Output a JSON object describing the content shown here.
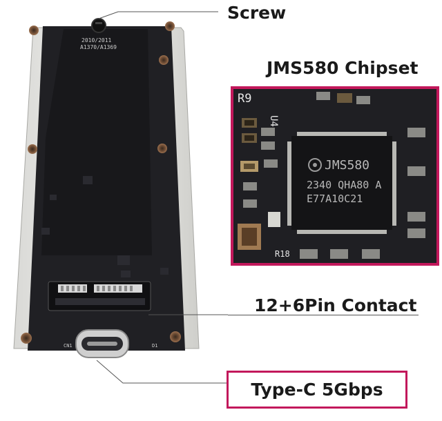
{
  "callouts": {
    "screw": "Screw",
    "chipset": "JMS580 Chipset",
    "pin_contact": "12+6Pin Contact",
    "type_c": "Type-C 5Gbps"
  },
  "board_silk": {
    "year": "2010/2011",
    "model": "A1370/A1369",
    "cn_label": "CN1",
    "d_label": "D1"
  },
  "chip_inset": {
    "ref_r9": "R9",
    "ref_u4": "U4",
    "chip_name": "JMS580",
    "chip_code1": "2340 QHA80 A",
    "chip_code2": "E77A10C21",
    "ref_r18": "R18"
  },
  "colors": {
    "accent": "#c2185b",
    "pcb": "#1f1f23",
    "text": "#1a1a1a"
  }
}
